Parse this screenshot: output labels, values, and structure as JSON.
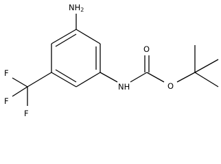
{
  "molecule": {
    "atoms": [
      {
        "id": "a1",
        "symbol": "C"
      },
      {
        "id": "a2",
        "symbol": "C"
      },
      {
        "id": "a3",
        "symbol": "C"
      },
      {
        "id": "a4",
        "symbol": "C"
      },
      {
        "id": "a5",
        "symbol": "C"
      },
      {
        "id": "a6",
        "symbol": "C"
      },
      {
        "id": "n_amine",
        "symbol": "N",
        "label": "NH",
        "label_sub": "2"
      },
      {
        "id": "c_cf3",
        "symbol": "C"
      },
      {
        "id": "f1",
        "symbol": "F",
        "label": "F"
      },
      {
        "id": "f2",
        "symbol": "F",
        "label": "F"
      },
      {
        "id": "f3",
        "symbol": "F",
        "label": "F"
      },
      {
        "id": "n_amide",
        "symbol": "N",
        "label": "NH"
      },
      {
        "id": "c_carbonyl",
        "symbol": "C"
      },
      {
        "id": "o_carbonyl",
        "symbol": "O",
        "label": "O"
      },
      {
        "id": "o_ester",
        "symbol": "O",
        "label": "O"
      },
      {
        "id": "c_quat",
        "symbol": "C"
      },
      {
        "id": "c_me1",
        "symbol": "C"
      },
      {
        "id": "c_me2",
        "symbol": "C"
      },
      {
        "id": "c_me3",
        "symbol": "C"
      }
    ],
    "bonds": [
      {
        "from": "a1",
        "to": "a2",
        "order": 1
      },
      {
        "from": "a2",
        "to": "a3",
        "order": 2
      },
      {
        "from": "a3",
        "to": "a4",
        "order": 1
      },
      {
        "from": "a4",
        "to": "a5",
        "order": 2
      },
      {
        "from": "a5",
        "to": "a6",
        "order": 1
      },
      {
        "from": "a6",
        "to": "a1",
        "order": 2
      },
      {
        "from": "a1",
        "to": "n_amine",
        "order": 1
      },
      {
        "from": "a5",
        "to": "c_cf3",
        "order": 1
      },
      {
        "from": "c_cf3",
        "to": "f1",
        "order": 1
      },
      {
        "from": "c_cf3",
        "to": "f2",
        "order": 1
      },
      {
        "from": "c_cf3",
        "to": "f3",
        "order": 1
      },
      {
        "from": "a3",
        "to": "n_amide",
        "order": 1
      },
      {
        "from": "n_amide",
        "to": "c_carbonyl",
        "order": 1
      },
      {
        "from": "c_carbonyl",
        "to": "o_carbonyl",
        "order": 2
      },
      {
        "from": "c_carbonyl",
        "to": "o_ester",
        "order": 1
      },
      {
        "from": "o_ester",
        "to": "c_quat",
        "order": 1
      },
      {
        "from": "c_quat",
        "to": "c_me1",
        "order": 1
      },
      {
        "from": "c_quat",
        "to": "c_me2",
        "order": 1
      },
      {
        "from": "c_quat",
        "to": "c_me3",
        "order": 1
      }
    ]
  }
}
